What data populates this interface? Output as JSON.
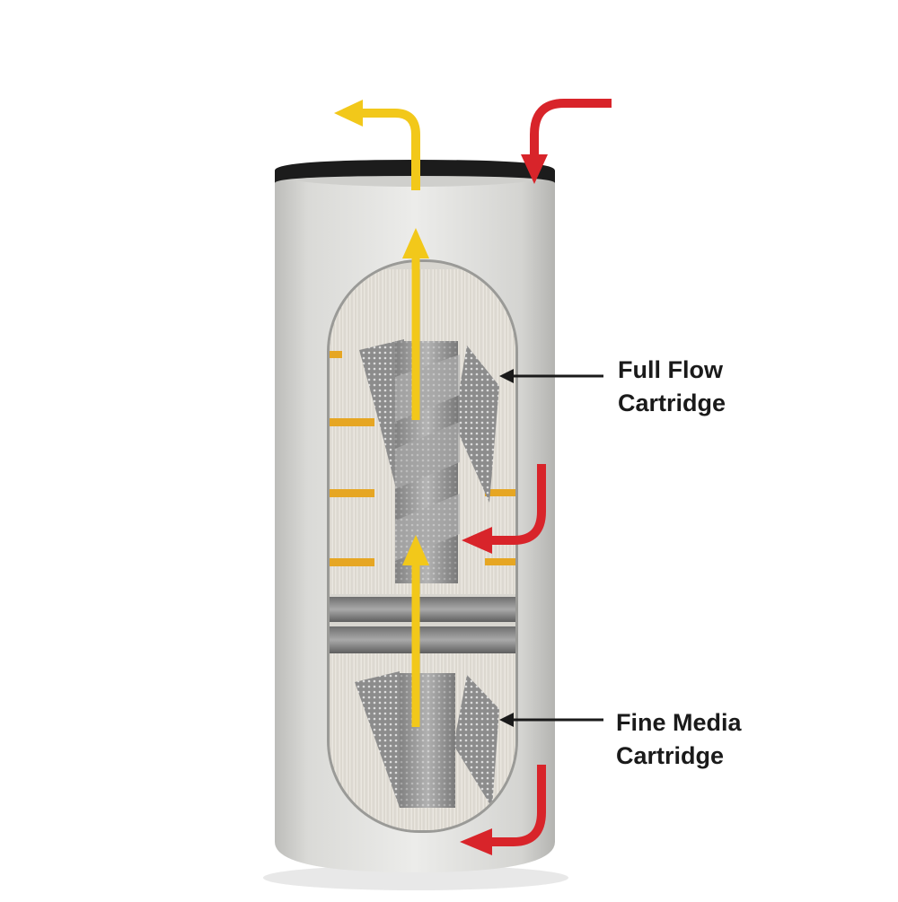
{
  "labels": {
    "full_flow": {
      "line1": "Full Flow",
      "line2": "Cartridge"
    },
    "fine_media": {
      "line1": "Fine Media",
      "line2": "Cartridge"
    }
  },
  "colors": {
    "outlet_flow_arrow": "#f2c81a",
    "inlet_flow_arrow": "#d8242a",
    "housing": "#d9d9d6",
    "end_cap_gasket": "#1c1c1c",
    "pleated_media": "#eeeae2",
    "media_band": "#e6a623",
    "center_tube": "#8f8f8f"
  },
  "icons": {
    "outlet_arrow": "yellow-up-arrow",
    "inlet_arrow": "red-curved-arrow"
  }
}
